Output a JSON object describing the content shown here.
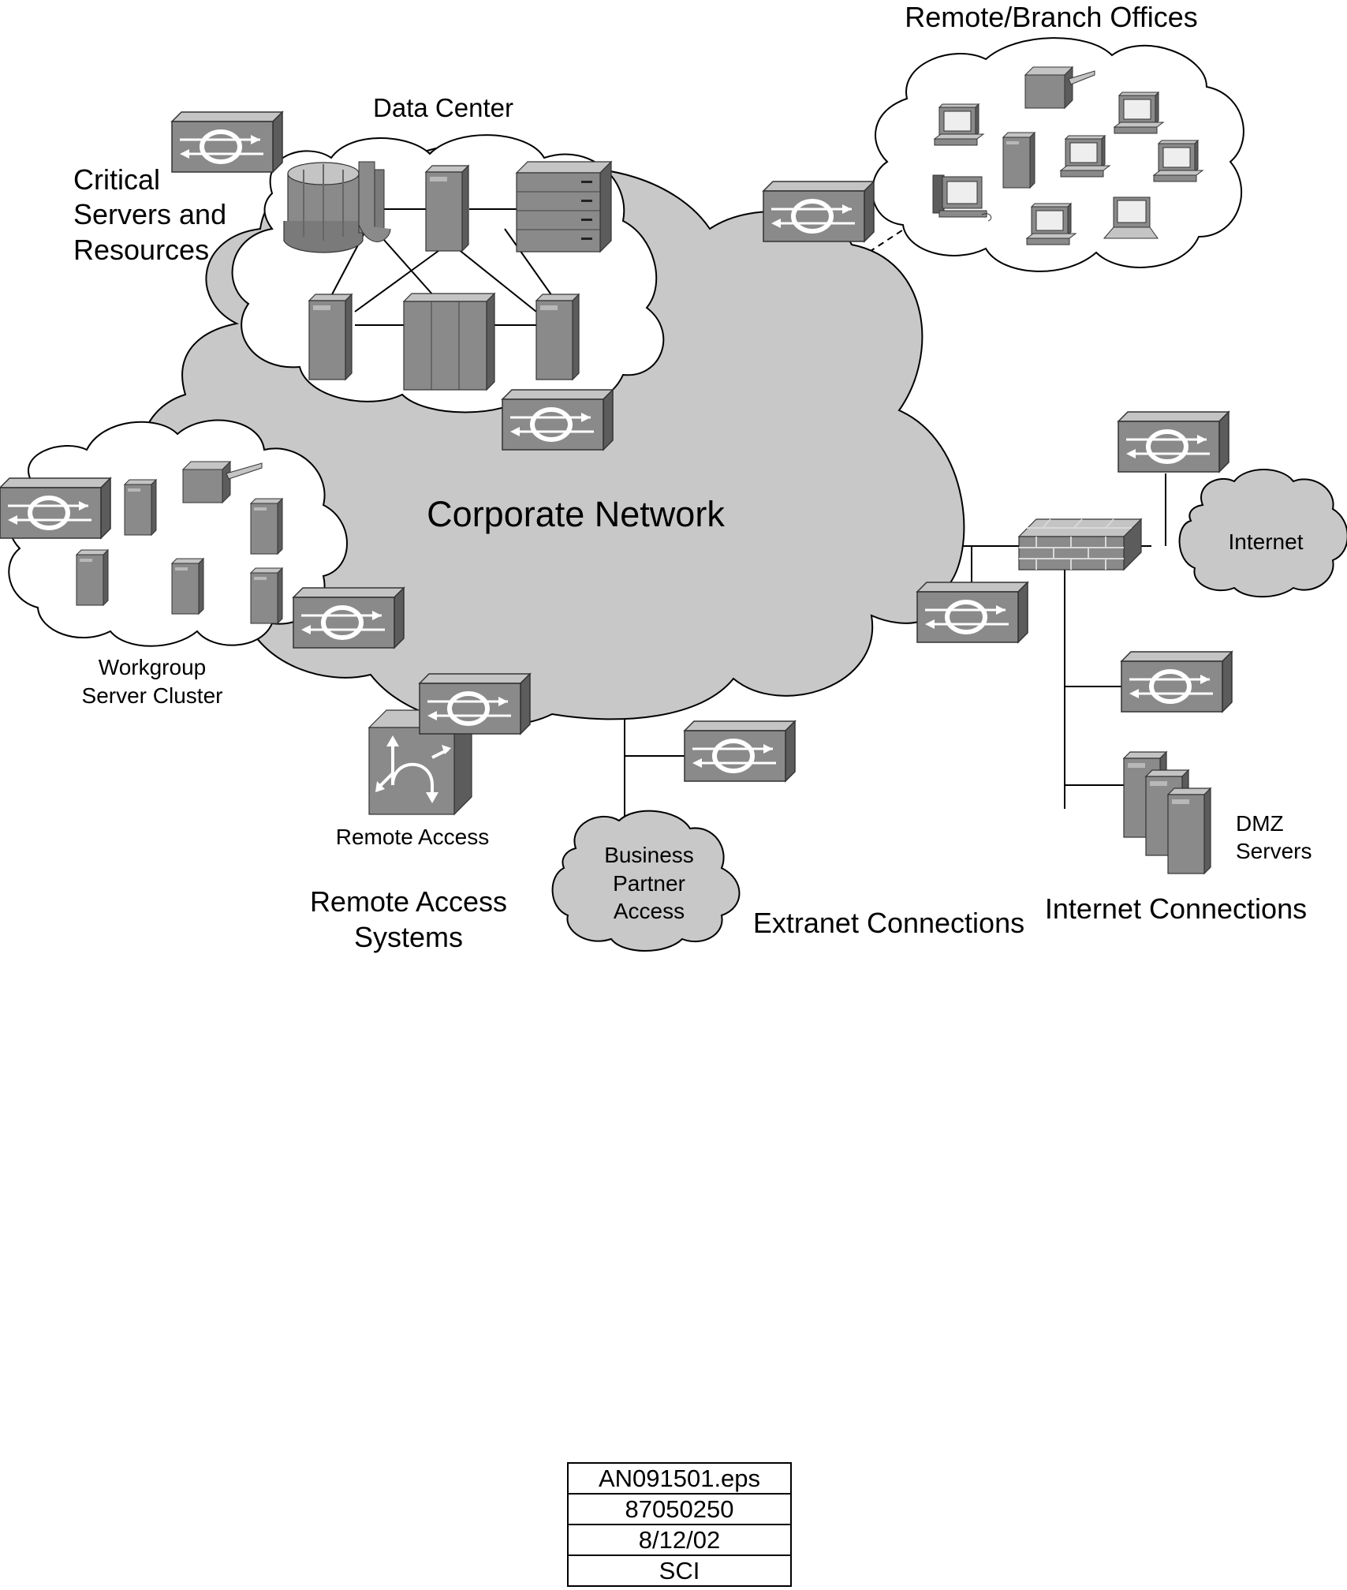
{
  "labels": {
    "remote_branch": "Remote/Branch Offices",
    "data_center": "Data Center",
    "critical": [
      "Critical",
      "Servers and",
      "Resources"
    ],
    "corporate_network": "Corporate Network",
    "workgroup": [
      "Workgroup",
      "Server Cluster"
    ],
    "internet": "Internet",
    "dmz": [
      "DMZ",
      "Servers"
    ],
    "remote_access": "Remote Access",
    "remote_access_systems": [
      "Remote Access",
      "Systems"
    ],
    "business_partner": [
      "Business",
      "Partner",
      "Access"
    ],
    "extranet": "Extranet Connections",
    "internet_connections": "Internet Connections"
  },
  "icons": {
    "vpn_device": "vpn-concentrator-icon",
    "server": "server-tower-icon",
    "mainframe": "mainframe-icon",
    "storage": "storage-array-icon",
    "workstation": "pc-workstation-icon",
    "laptop": "laptop-icon",
    "printer": "printer-icon",
    "firewall": "firewall-icon",
    "access_server": "remote-access-router-icon",
    "cloud": "network-cloud-icon"
  },
  "colors": {
    "cloud_main": "#c8c8c8",
    "cloud_white": "#ffffff",
    "device_front": "#8a8a8a",
    "device_top": "#bdbdbd",
    "device_side": "#5e5e5e",
    "line": "#000000"
  },
  "stamp": [
    "AN091501.eps",
    "87050250",
    "8/12/02",
    "SCI"
  ]
}
